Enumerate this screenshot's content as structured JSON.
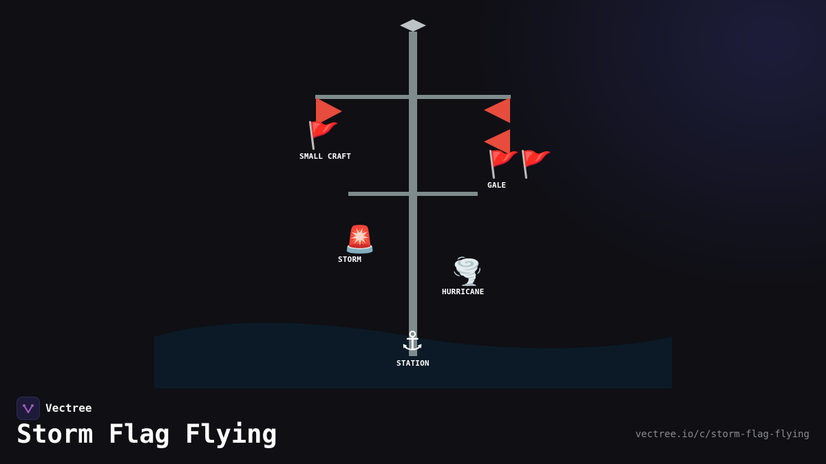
{
  "brand": {
    "name": "Vectree"
  },
  "title": "Storm Flag Flying",
  "url": "vectree.io/c/storm-flag-flying",
  "colors": {
    "background": "#0f0f14",
    "mast": "#7f8c8d",
    "pennant": "#e74c3c",
    "sea": "#0b1a26",
    "mast_cap": "#bdc3c7",
    "brand_icon": "#9b59b6"
  },
  "signals": [
    {
      "id": "small-craft",
      "label": "SMALL CRAFT",
      "icon": "🚩"
    },
    {
      "id": "gale",
      "label": "GALE",
      "icon": "🚩🚩"
    },
    {
      "id": "storm",
      "label": "STORM",
      "icon": "🚨"
    },
    {
      "id": "hurricane",
      "label": "HURRICANE",
      "icon": "🌪️"
    },
    {
      "id": "station",
      "label": "STATION",
      "icon": "⚓"
    }
  ]
}
